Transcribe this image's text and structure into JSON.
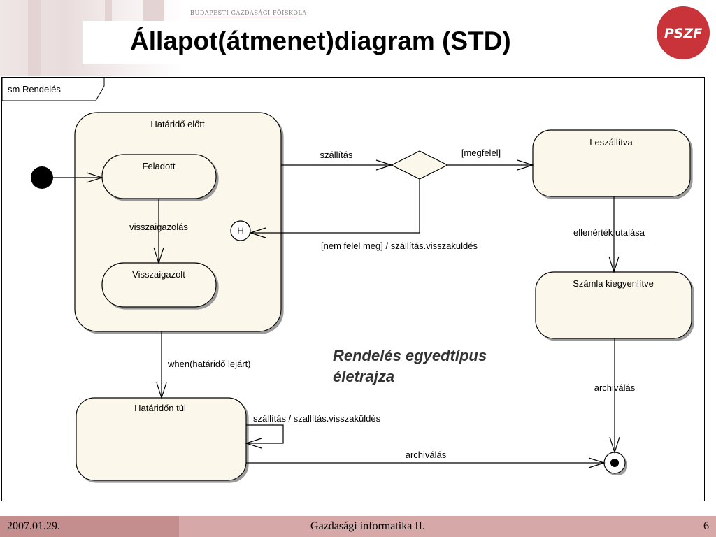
{
  "header": {
    "school": "BUDAPESTI GAZDASÁGI FŐISKOLA",
    "title": "Állapot(átmenet)diagram (STD)",
    "logo_text": "PSZF"
  },
  "diagram": {
    "frame_label": "sm Rendelés",
    "states": {
      "hatarido_elott": "Határidő előtt",
      "feladott": "Feladott",
      "visszaigazolt": "Visszaigazolt",
      "hataridon_tul": "Határidőn túl",
      "leszallitva": "Leszállítva",
      "szamla": "Számla kiegyenlítve"
    },
    "history_symbol": "H",
    "transitions": {
      "visszaigazolas": "visszaigazolás",
      "szallitas": "szállítás",
      "megfelel": "[megfelel]",
      "nem_felel_meg": "[nem felel meg] / szállítás.visszakuldés",
      "when": "when(határidő lejárt)",
      "self_loop": "szállítás / szallítás.visszaküldés",
      "archivalas_bottom": "archiválás",
      "ellenertek": "ellenérték utalása",
      "archivalas_right": "archiválás"
    },
    "annotation_line1": "Rendelés egyedtípus",
    "annotation_line2": "életrajza"
  },
  "footer": {
    "date": "2007.01.29.",
    "course": "Gazdasági informatika II.",
    "page": "6"
  },
  "colors": {
    "state_fill": "#fbf7ea",
    "footer_bg": "#d6a8a8",
    "footer_date_bg": "#c48e8e",
    "logo_red": "#c8343a"
  }
}
